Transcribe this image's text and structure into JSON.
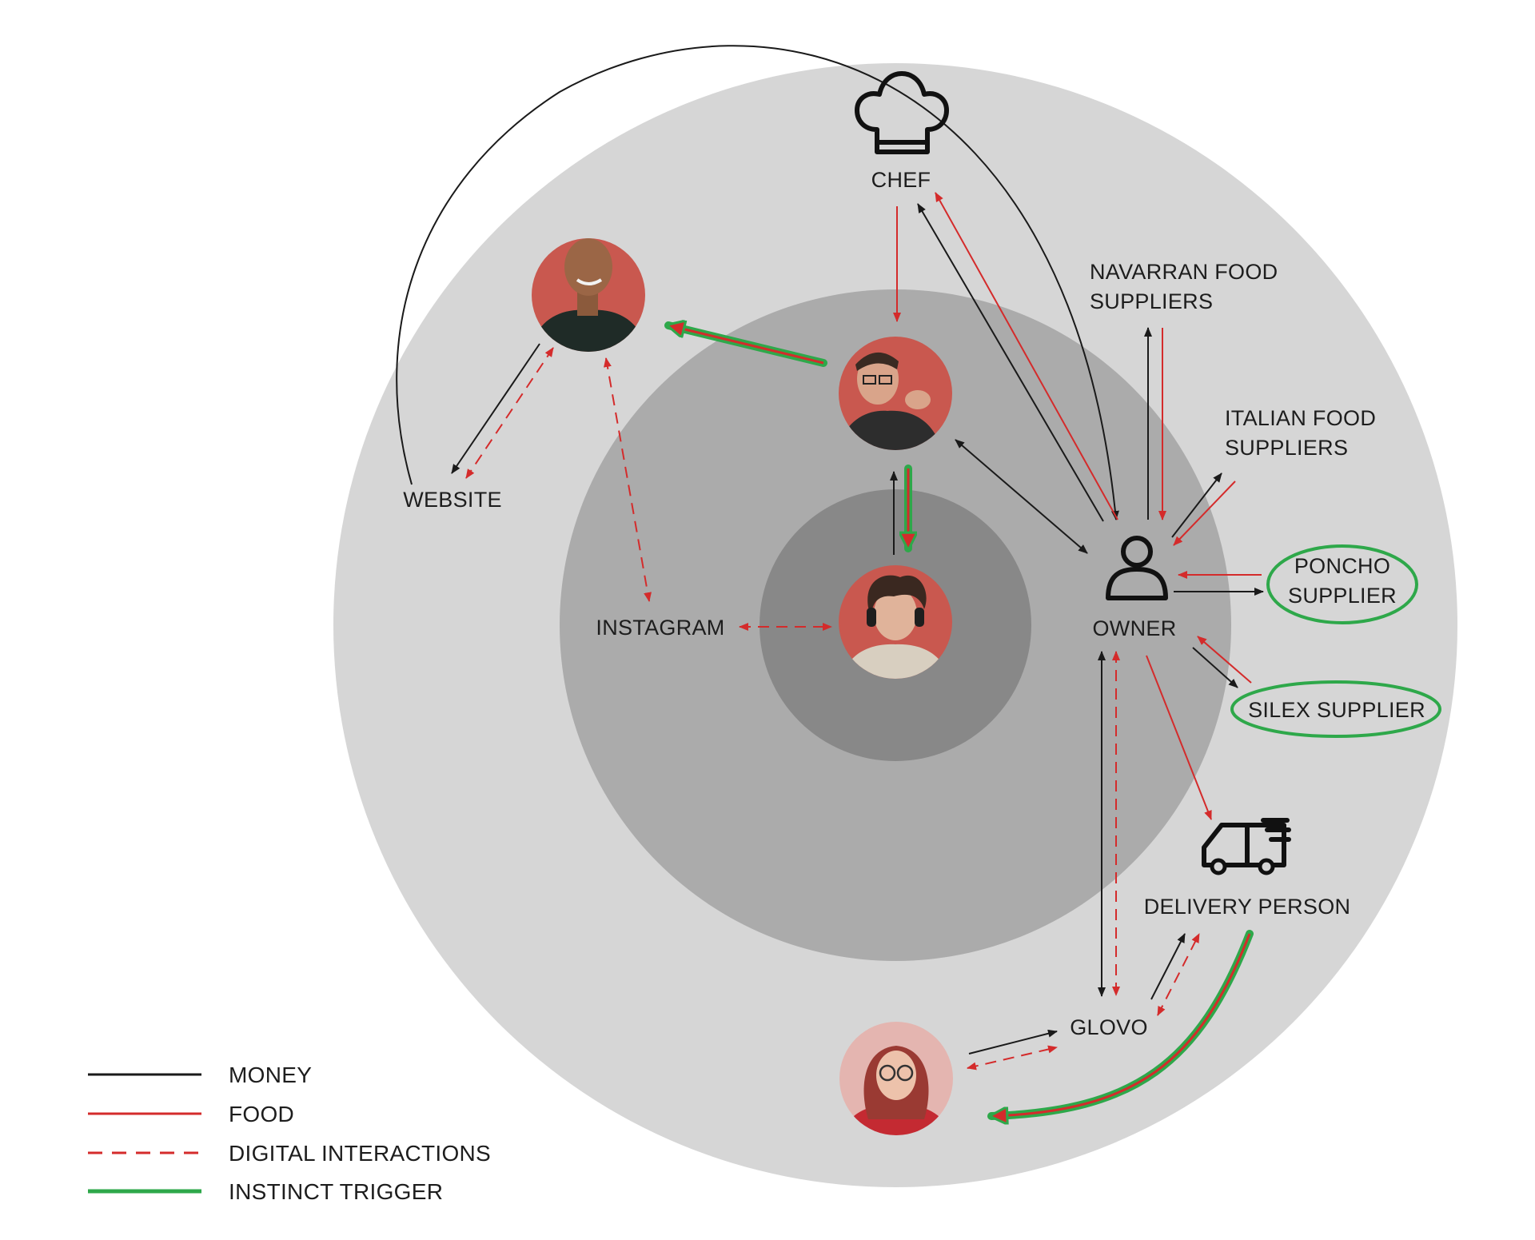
{
  "labels": {
    "chef": "CHEF",
    "navarran": [
      "NAVARRAN FOOD",
      "SUPPLIERS"
    ],
    "italian": [
      "ITALIAN FOOD",
      "SUPPLIERS"
    ],
    "owner": "OWNER",
    "poncho": [
      "PONCHO",
      "SUPPLIER"
    ],
    "silex": "SILEX SUPPLIER",
    "delivery": "DELIVERY PERSON",
    "glovo": "GLOVO",
    "website": "WEBSITE",
    "instagram": "INSTAGRAM"
  },
  "legend": [
    {
      "label": "MONEY",
      "style": "money"
    },
    {
      "label": "FOOD",
      "style": "food"
    },
    {
      "label": "DIGITAL INTERACTIONS",
      "style": "digital"
    },
    {
      "label": "INSTINCT TRIGGER",
      "style": "instinct"
    }
  ],
  "people": [
    {
      "id": "customer-smiling-man",
      "icon": "person-bald-smiling"
    },
    {
      "id": "waiter-glasses",
      "icon": "person-glasses"
    },
    {
      "id": "young-person-headphones",
      "icon": "person-headphones"
    },
    {
      "id": "woman-glasses",
      "icon": "person-red-hair"
    }
  ],
  "colors": {
    "ring_outer": "#d6d6d6",
    "ring_middle": "#ababab",
    "ring_inner": "#888888",
    "money": "#1a1a1a",
    "food": "#d42b2b",
    "instinct": "#2ea84a",
    "avatar_bg": "#c9584f"
  }
}
